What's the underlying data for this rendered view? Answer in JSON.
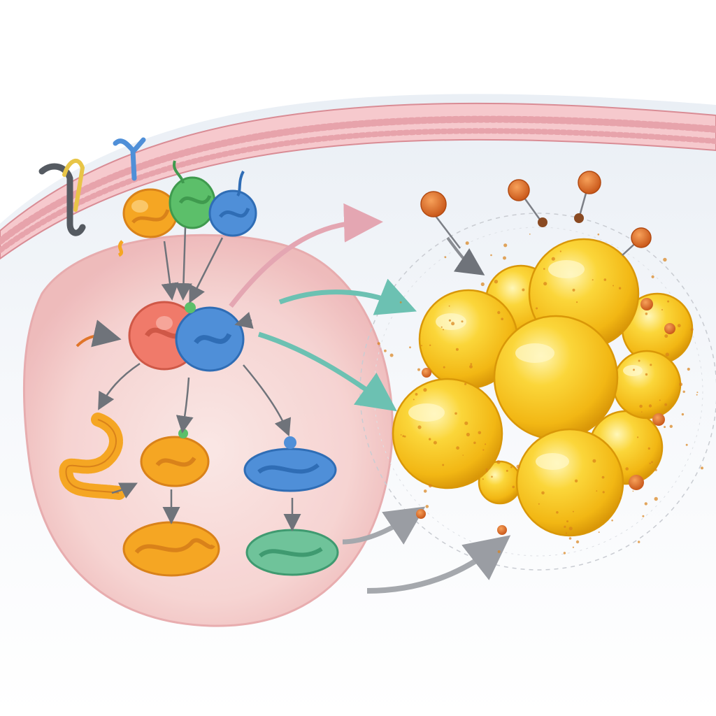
{
  "figure": {
    "labels": [],
    "colors": {
      "membrane": "#f2b8be",
      "membrane_dark": "#d98c95",
      "cell_body": "#f8dcdc",
      "protein_orange": "#f5a623",
      "protein_red": "#f07a6a",
      "protein_green": "#5cbf6a",
      "protein_blue": "#4f8fd8",
      "protein_teal": "#5fb59a",
      "droplet_yellow": "#f7c928",
      "droplet_highlight": "#fff3a6",
      "particle_orange": "#e0752a",
      "arrow_gray": "#7c7f86",
      "arrow_pink": "#e4a6b2",
      "arrow_teal": "#6cc1b2"
    },
    "elements": {
      "membrane": "lipid-bilayer",
      "receptors": [
        "receptor-gray",
        "receptor-yellow",
        "receptor-blue"
      ],
      "proteins_top": [
        "protein-orange",
        "protein-green",
        "protein-blue"
      ],
      "central_complex": "protein-complex-red-blue",
      "proteins_bottom": [
        "unfolded-chain-orange",
        "protein-orange-small",
        "protein-blue-right",
        "aggregate-orange",
        "protein-teal"
      ],
      "droplet_cluster": "lipid-droplet-cluster",
      "particles": "orange-particle"
    }
  }
}
